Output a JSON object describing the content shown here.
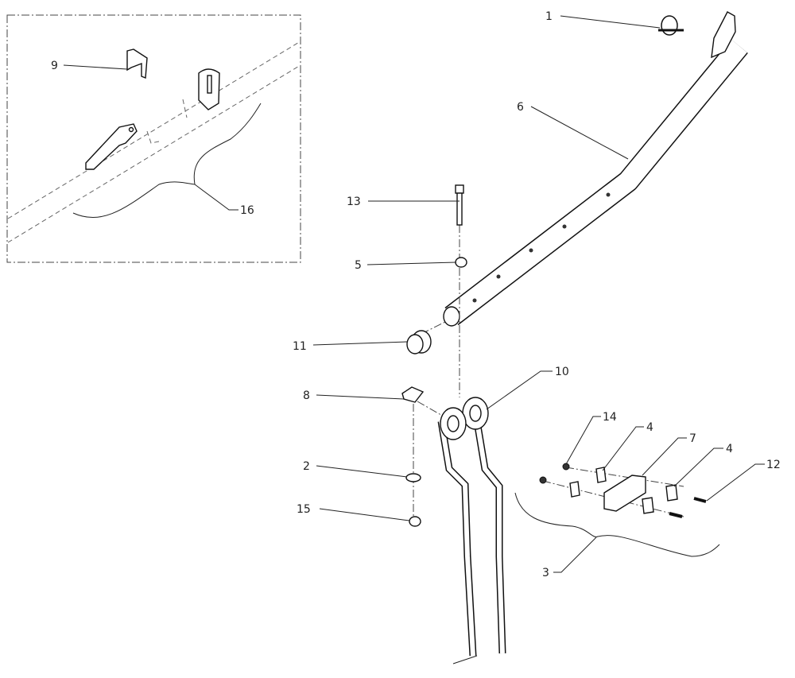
{
  "diagram": {
    "type": "exploded parts diagram",
    "callouts": {
      "c1": "1",
      "c2": "2",
      "c3": "3",
      "c4a": "4",
      "c4b": "4",
      "c5": "5",
      "c6": "6",
      "c7": "7",
      "c8": "8",
      "c9": "9",
      "c10": "10",
      "c11": "11",
      "c12": "12",
      "c13": "13",
      "c14": "14",
      "c15": "15",
      "c16": "16"
    }
  }
}
